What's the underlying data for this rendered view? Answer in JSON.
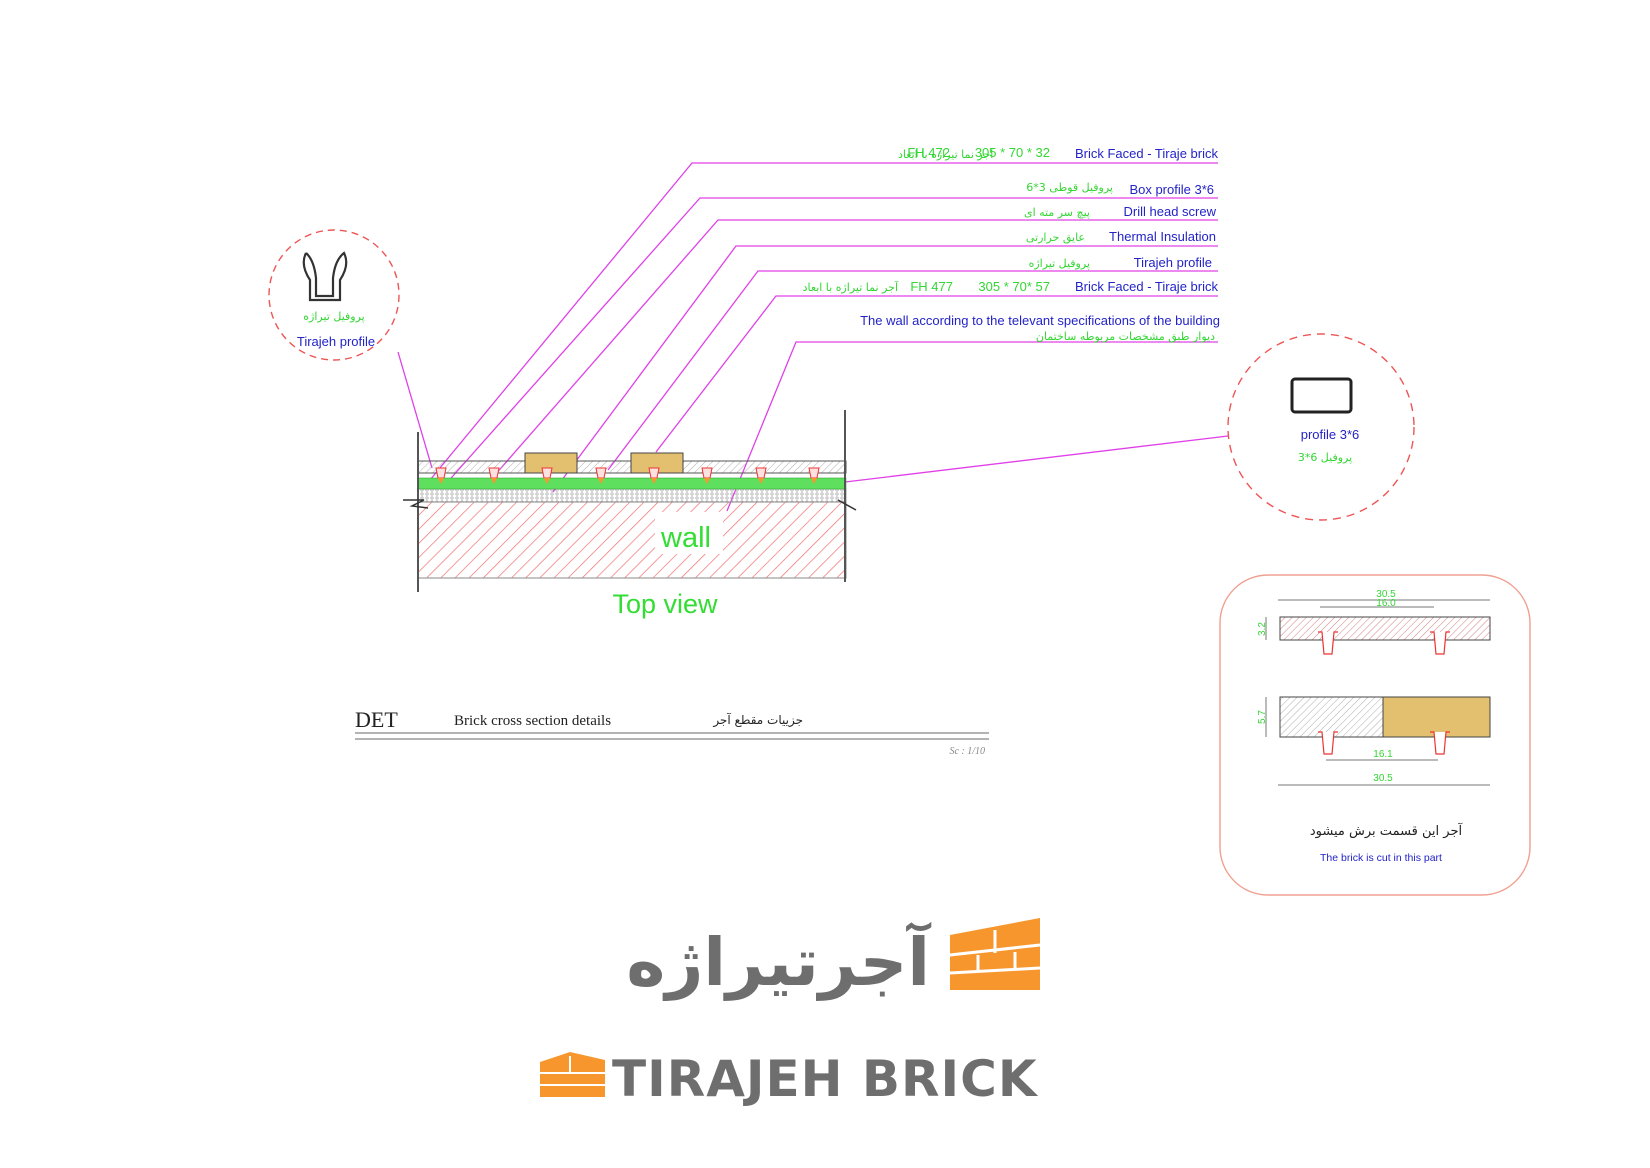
{
  "labels": [
    {
      "en": "Brick Faced - Tiraje brick",
      "dims": "305 * 70 * 32",
      "code": "FH 472",
      "fa": "آجر نما تیراژه با ابعاد"
    },
    {
      "en": "Box profile 3*6",
      "fa": "پروفیل قوطی 3*6"
    },
    {
      "en": "Drill head screw",
      "fa": "پیچ سر مته ای"
    },
    {
      "en": "Thermal Insulation",
      "fa": "عایق حرارتی"
    },
    {
      "en": "Tirajeh profile",
      "fa": "پروفیل تیراژه"
    },
    {
      "en": "Brick Faced - Tiraje brick",
      "dims": "305 * 70* 57",
      "code": "FH 477",
      "fa": "آجر نما تیراژه با ابعاد"
    },
    {
      "en": "The wall according to the televant specifications of the building",
      "fa": "دیوار طبق مشخصات مربوطه ساختمان"
    }
  ],
  "section": {
    "wall_label": "wall",
    "view_label": "Top view"
  },
  "detail_left": {
    "fa": "پروفیل تیراژه",
    "en": "Tirajeh profile"
  },
  "detail_right": {
    "en": "profile 3*6",
    "fa": "پروفیل 6*3"
  },
  "cut_detail": {
    "dim_top_total": "30.5",
    "dim_top_spacing": "16.0",
    "dim_top_thickness": "3.2",
    "dim_bottom_thickness": "5.7",
    "dim_bottom_spacing": "16.1",
    "dim_bottom_total": "30.5",
    "caption_fa": "آجر این قسمت برش میشود",
    "caption_en": "The brick is cut in this part"
  },
  "title_block": {
    "code": "DET",
    "title": "Brick  cross  section  details",
    "title_fa": "جزییات مقطع آجر",
    "scale": "Sc : 1/10"
  },
  "logo": {
    "fa": "آجرتیراژه",
    "en": "TIRAJEH BRICK",
    "colors": {
      "orange": "#f7962d",
      "gray": "#6e6e6e"
    }
  }
}
